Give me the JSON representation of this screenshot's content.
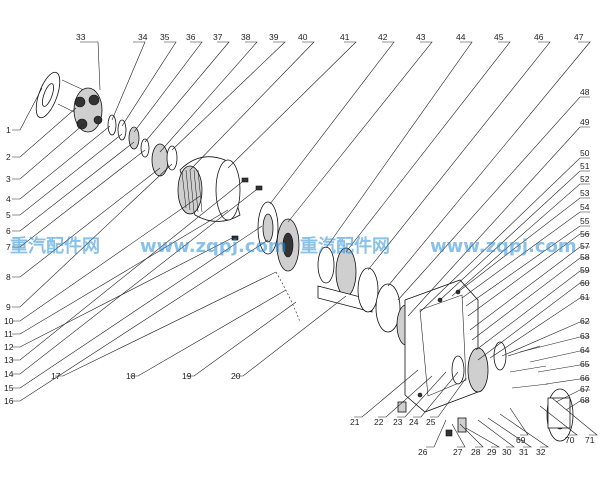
{
  "callouts_top": [
    "33",
    "34",
    "35",
    "36",
    "37",
    "38",
    "39",
    "40",
    "41",
    "42",
    "43",
    "44",
    "45",
    "46",
    "47"
  ],
  "callouts_left": [
    "1",
    "2",
    "3",
    "4",
    "5",
    "6",
    "7",
    "8",
    "9",
    "10",
    "11",
    "12",
    "13",
    "14",
    "15",
    "16"
  ],
  "callouts_right": [
    "48",
    "49",
    "50",
    "51",
    "52",
    "53",
    "54",
    "55",
    "56",
    "57",
    "58",
    "59",
    "60",
    "61",
    "62",
    "63",
    "64",
    "65",
    "66",
    "67",
    "68"
  ],
  "callouts_bottom": [
    "17",
    "18",
    "19",
    "20",
    "21",
    "22",
    "23",
    "24",
    "25",
    "26",
    "27",
    "28",
    "29",
    "30",
    "31",
    "32",
    "69",
    "70",
    "71"
  ],
  "watermark": [
    "重汽配件网",
    "www.zqpj.com",
    "重汽配件网",
    "www.zqpj.com"
  ],
  "colors": {
    "watermark": "#2a8fd6",
    "ink": "#222222"
  }
}
